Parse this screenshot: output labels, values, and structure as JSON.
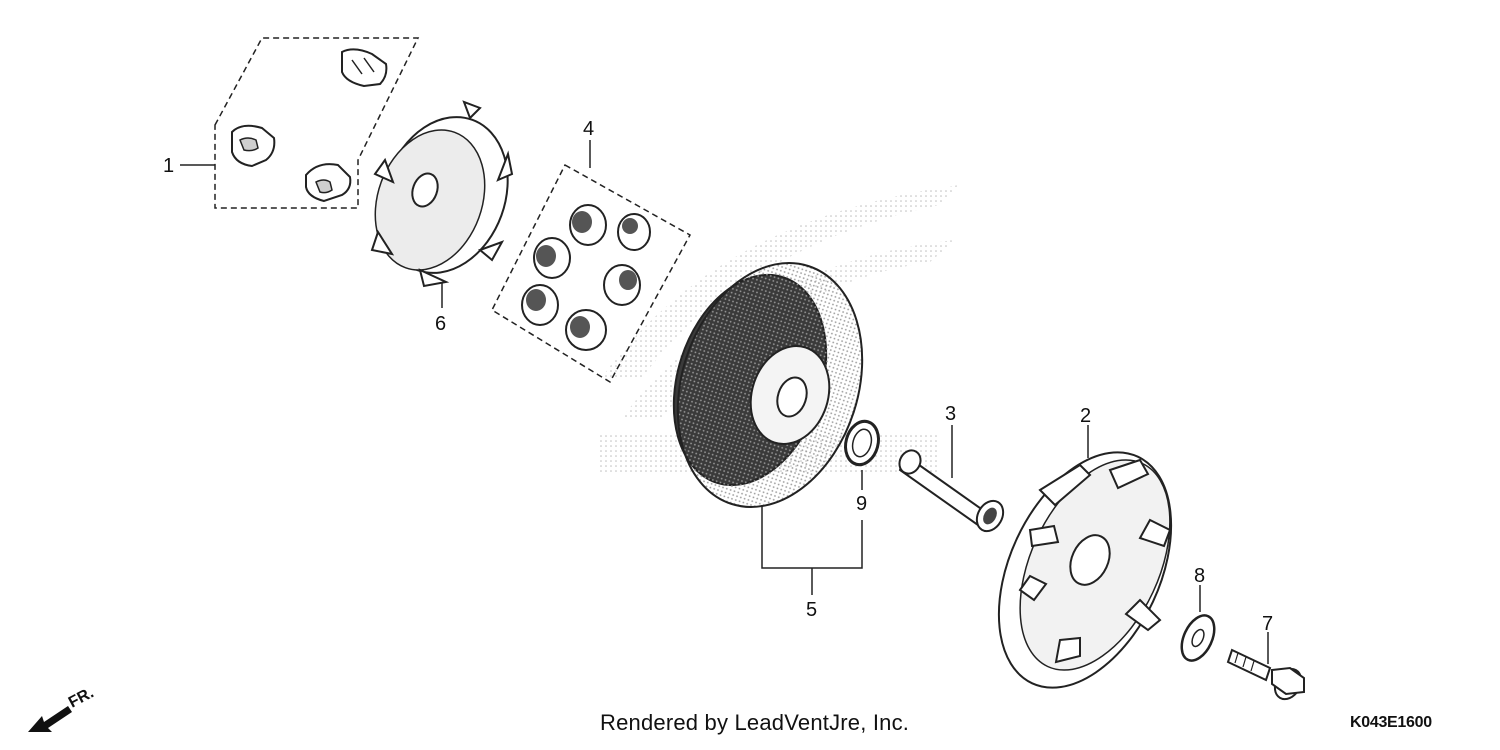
{
  "callouts": [
    {
      "id": "1",
      "label": "1"
    },
    {
      "id": "2",
      "label": "2"
    },
    {
      "id": "3",
      "label": "3"
    },
    {
      "id": "4",
      "label": "4"
    },
    {
      "id": "5",
      "label": "5"
    },
    {
      "id": "6",
      "label": "6"
    },
    {
      "id": "7",
      "label": "7"
    },
    {
      "id": "8",
      "label": "8"
    },
    {
      "id": "9",
      "label": "9"
    }
  ],
  "direction_label": "FR.",
  "credit": "Rendered by LeadVentJre, Inc.",
  "diagram_code": "K043E1600",
  "colors": {
    "line": "#222222",
    "fill": "#ffffff",
    "shade": "#cfcfcf",
    "text": "#111111"
  }
}
